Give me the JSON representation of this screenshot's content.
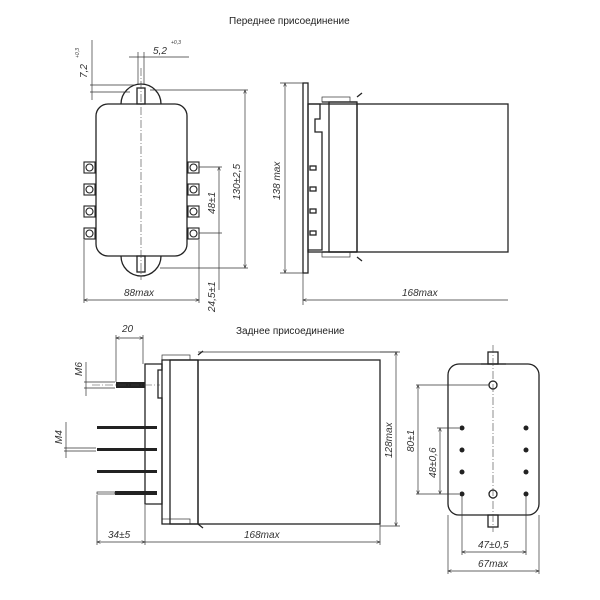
{
  "titles": {
    "front": "Переднее присоединение",
    "rear": "Заднее присоединение"
  },
  "front_view": {
    "dims": {
      "top_height": "7,2",
      "top_height_tol": "+0,3",
      "stud_width": "5,2",
      "stud_width_tol": "+0,3",
      "pitch": "48±1",
      "mount_spacing": "130±2,5",
      "offset": "24,5±1",
      "width": "88max"
    }
  },
  "front_side_view": {
    "dims": {
      "height": "138 max",
      "length": "168max"
    }
  },
  "rear_side_view": {
    "dims": {
      "stud_length": "20",
      "thread_large": "M6",
      "thread_small": "M4",
      "stud_protrusion": "34±5",
      "length": "168max",
      "height": "128max"
    }
  },
  "rear_view": {
    "dims": {
      "mount_spacing": "80±1",
      "pitch": "48±0,6",
      "pin_spacing": "47±0,5",
      "width": "67max"
    }
  }
}
